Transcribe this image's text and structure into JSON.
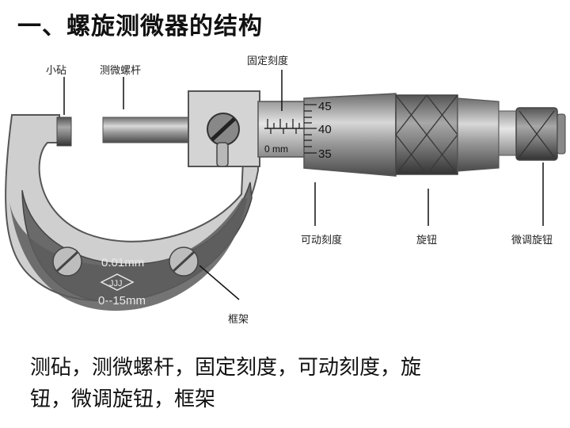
{
  "title": "一、螺旋测微器的结构",
  "labels": {
    "anvil": "小砧",
    "spindle": "测微螺杆",
    "fixed_scale": "固定刻度",
    "thimble_scale": "可动刻度",
    "knob": "旋钮",
    "fine_knob": "微调旋钮",
    "frame": "框架"
  },
  "scale_marks": {
    "zero_mm": "0 mm",
    "t45": "45",
    "t40": "40",
    "t35": "35"
  },
  "frame_text": {
    "resolution": "0.01mm",
    "range": "0--15mm",
    "logo": "JJJ"
  },
  "caption": {
    "line1": "测砧，测微螺杆，固定刻度，可动刻度，旋",
    "line2": "钮，微调旋钮，框架"
  }
}
